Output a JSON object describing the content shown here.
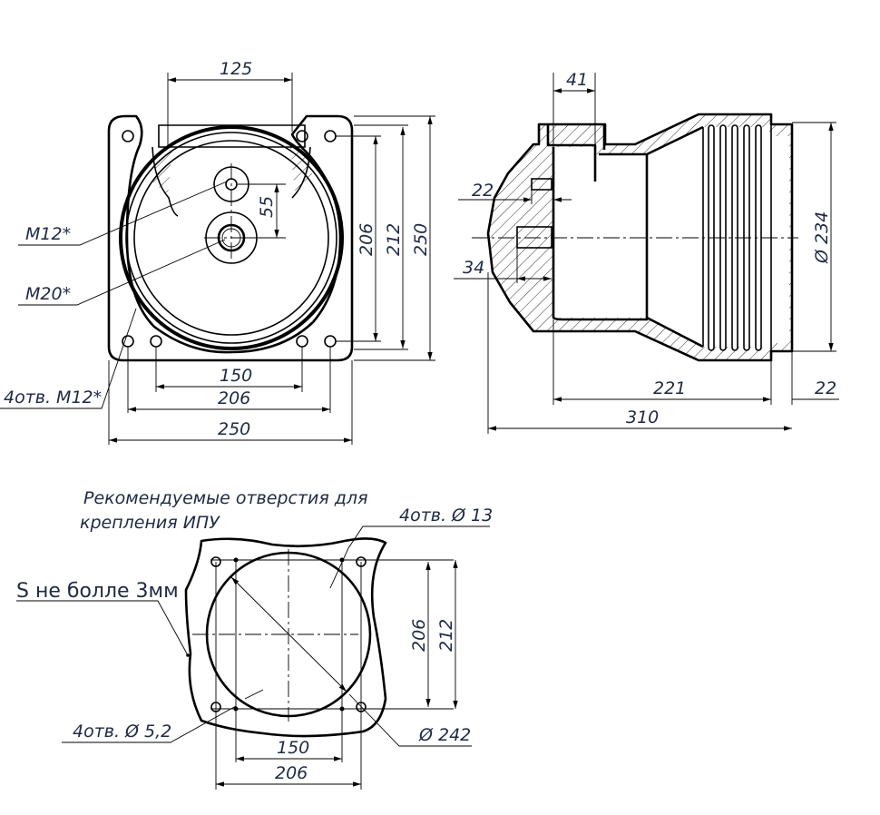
{
  "front_view": {
    "dim_top": "125",
    "dim_55": "55",
    "dim_206_v": "206",
    "dim_212_v": "212",
    "dim_250_v": "250",
    "dim_150": "150",
    "dim_206_h": "206",
    "dim_250_h": "250",
    "label_m12": "M12*",
    "label_m20": "M20*",
    "label_holes": "4отв. M12*"
  },
  "side_view": {
    "dim_41": "41",
    "dim_22_top": "22",
    "dim_34": "34",
    "dim_d234": "Ø 234",
    "dim_221": "221",
    "dim_22_right": "22",
    "dim_310": "310"
  },
  "mount_view": {
    "title_line1": "Рекомендуемые отверстия для",
    "title_line2": "крепления ИПУ",
    "note_s": "S не болле 3мм",
    "holes_13": "4отв. Ø 13",
    "holes_52": "4отв. Ø 5,2",
    "dim_d242": "Ø 242",
    "dim_206_v": "206",
    "dim_212_v": "212",
    "dim_150": "150",
    "dim_206_h": "206"
  }
}
